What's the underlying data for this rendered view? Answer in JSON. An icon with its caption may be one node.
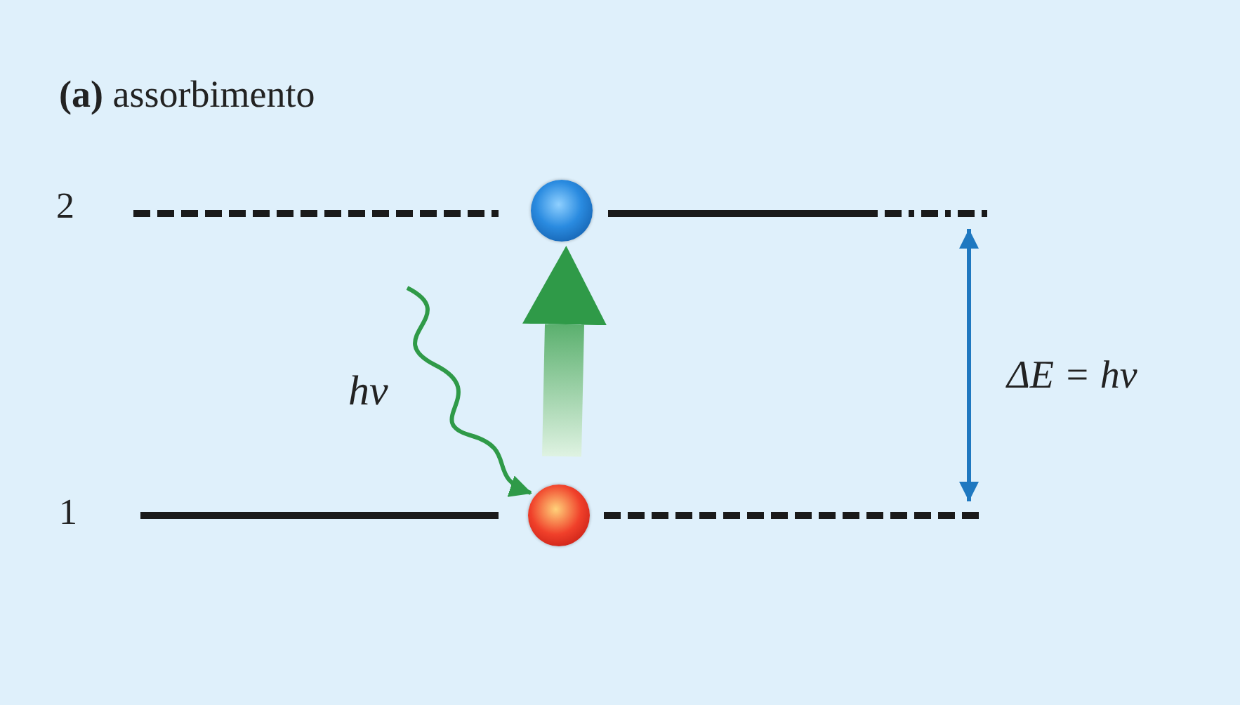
{
  "diagram": {
    "title": "**(a)** assorbimento",
    "nodes": [
      {
        "text": [],
        "shape": "circle"
      },
      {
        "text": [],
        "shape": "circle"
      }
    ],
    "edges": [
      {
        "from": 1,
        "to": 0,
        "arrow": "to",
        "style": "thick"
      },
      {
        "from": null,
        "to": 1,
        "arrow": "to",
        "label": "hν"
      }
    ],
    "labels": [
      "2",
      "1",
      "ΔE = hν"
    ]
  }
}
